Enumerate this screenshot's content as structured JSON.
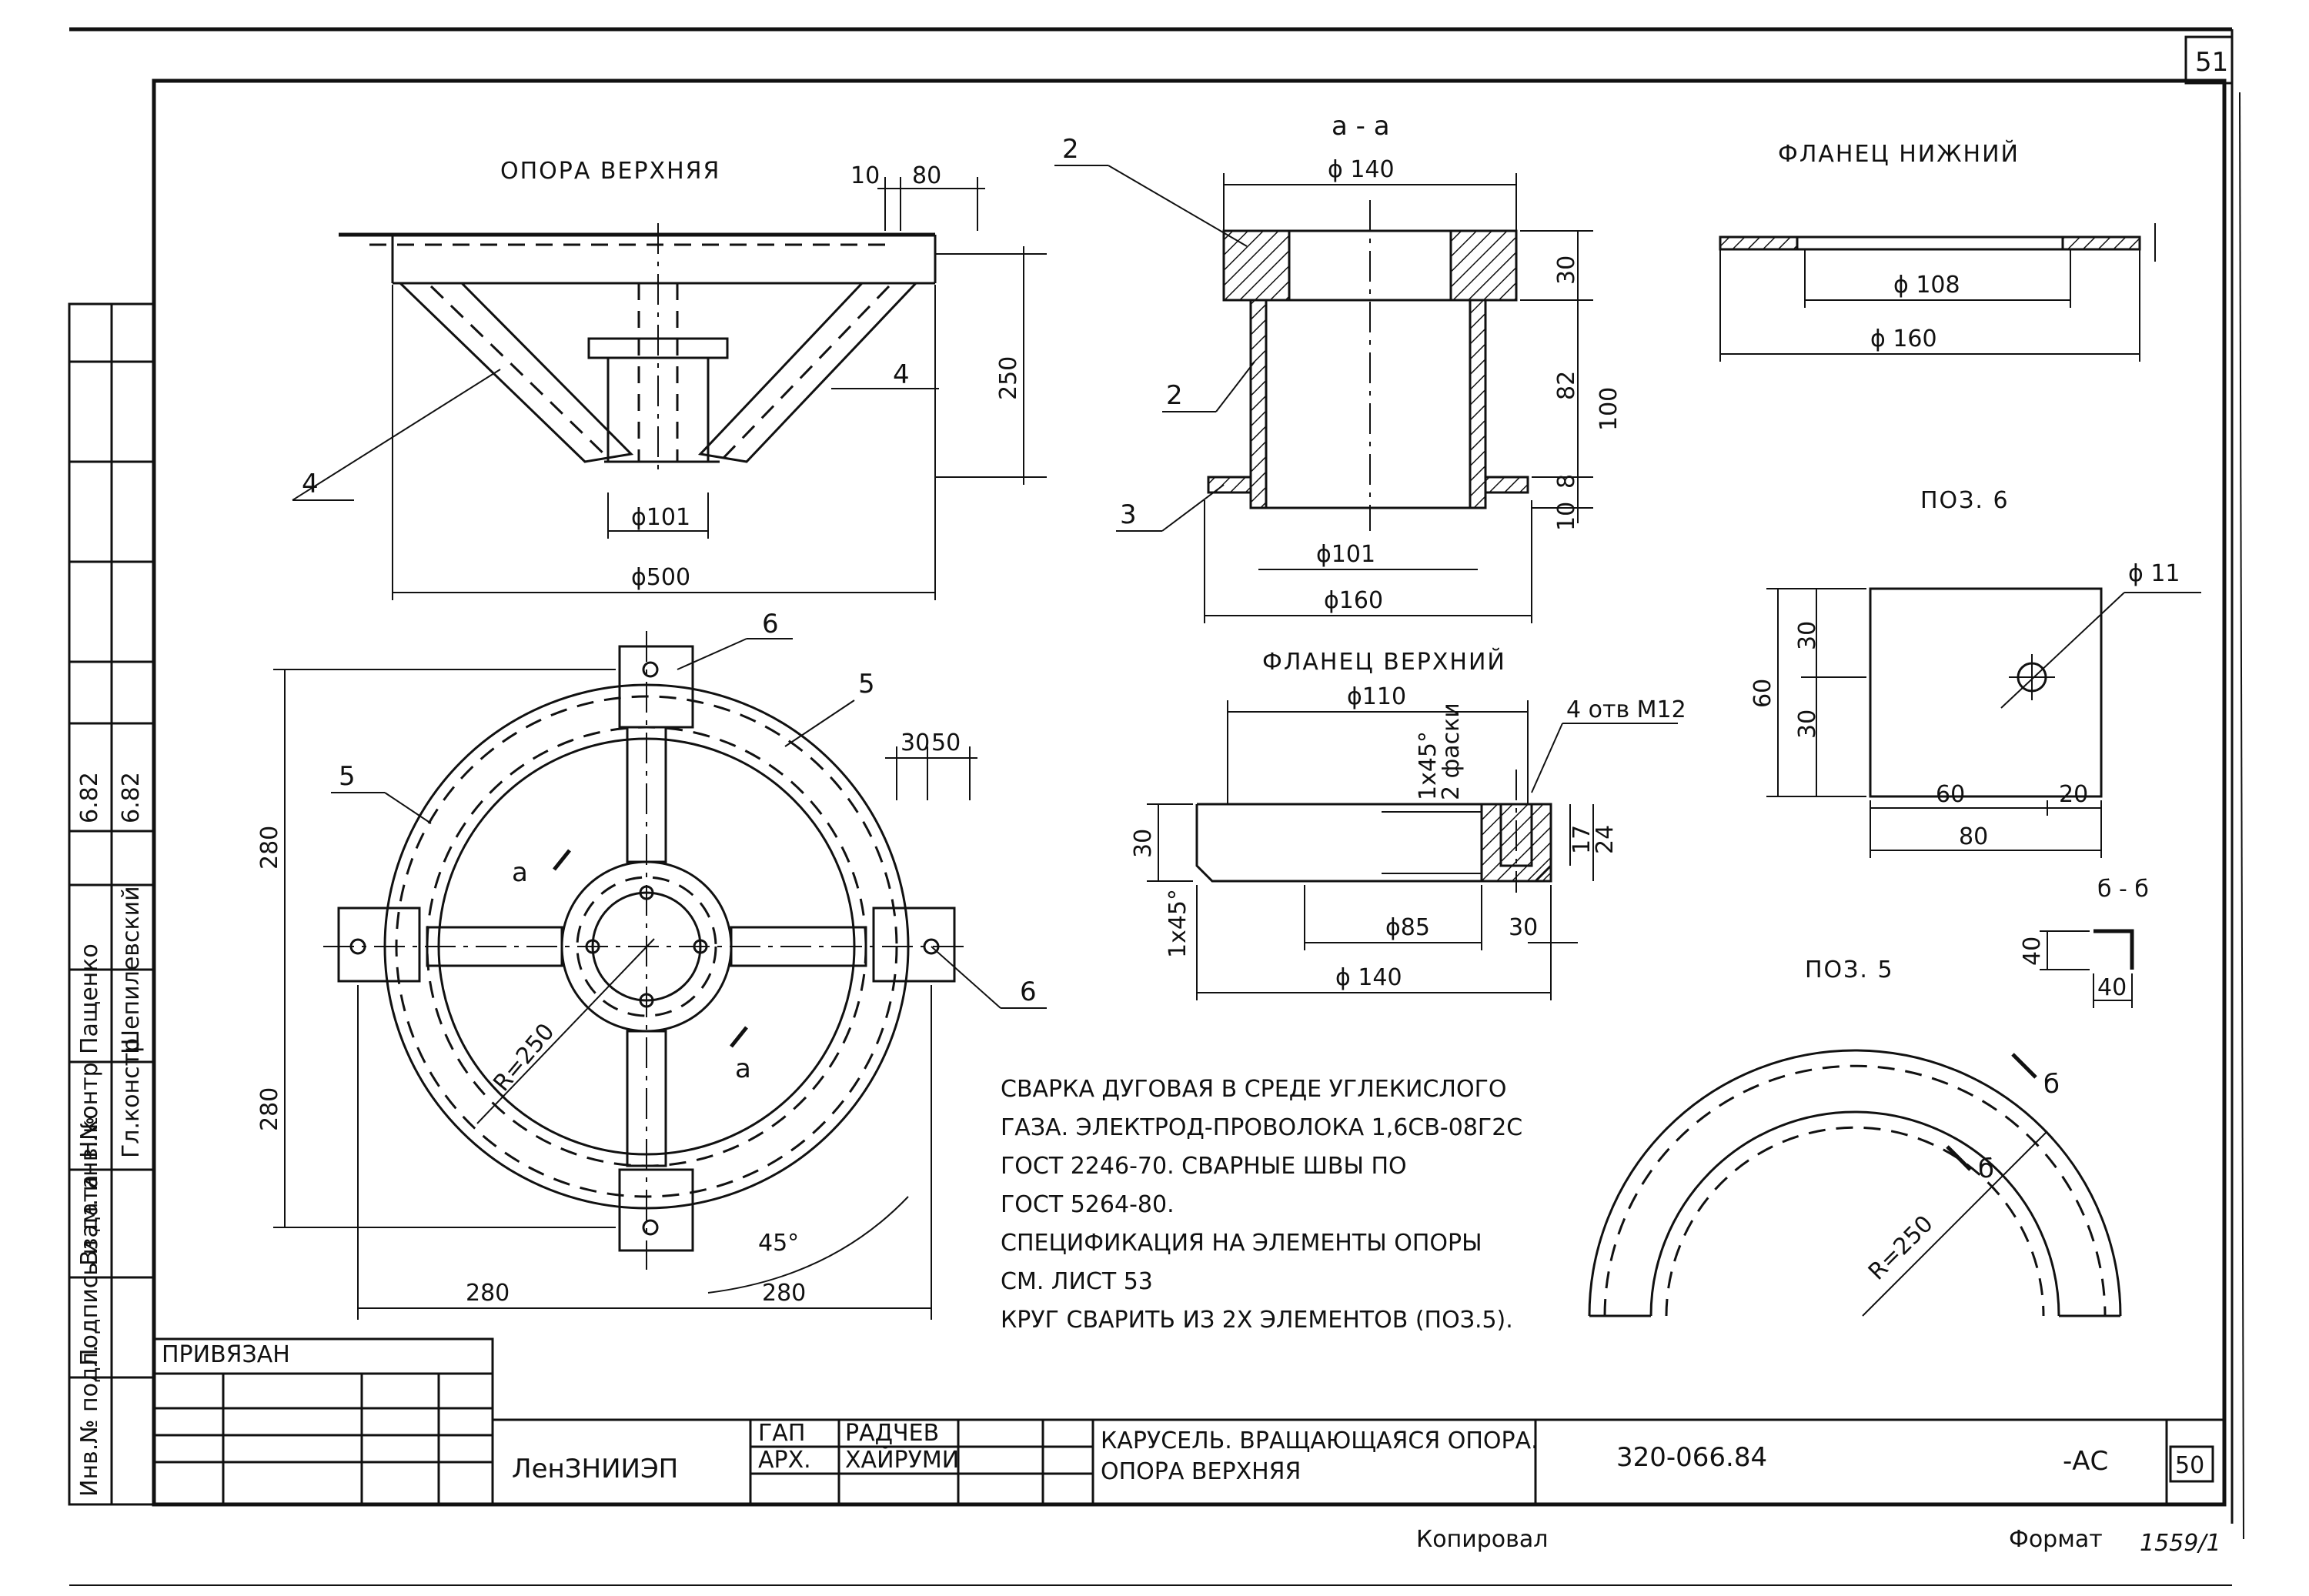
{
  "sheet": {
    "number": "51",
    "format_label": "Формат",
    "copied_label": "Копировал",
    "handwritten_number": "1559/1"
  },
  "views": {
    "upper_support": {
      "title": "ОПОРА ВЕРХНЯЯ",
      "dims": {
        "d10": "10",
        "d80": "80",
        "h250": "250",
        "phi101": "ϕ101",
        "phi500": "ϕ500"
      },
      "pos_labels": {
        "left": "4",
        "right": "4"
      }
    },
    "section_aa": {
      "title": "а - а",
      "dims": {
        "phi140": "ϕ 140",
        "d30": "30",
        "d82": "82",
        "d100": "100",
        "d8": "8",
        "d10": "10",
        "phi101": "ϕ101",
        "phi160": "ϕ160"
      },
      "pos_labels": {
        "a": "2",
        "b": "2",
        "c": "3"
      }
    },
    "lower_flange": {
      "title": "ФЛАНЕЦ НИЖНИЙ",
      "dims": {
        "phi108": "ϕ 108",
        "phi160": "ϕ 160"
      }
    },
    "upper_flange": {
      "title": "ФЛАНЕЦ ВЕРХНИЙ",
      "dims": {
        "phi110": "ϕ110",
        "holes": "4 отв М12",
        "chamfer": "1х45°",
        "chamfer2": "2 фаски",
        "d30": "30",
        "d17": "17",
        "d24": "24",
        "bottom_chamfer": "1х45°",
        "phi85": "ϕ85",
        "d30b": "30",
        "phi140": "ϕ 140"
      }
    },
    "plan": {
      "dims": {
        "v280a": "280",
        "v280b": "280",
        "h280a": "280",
        "h280b": "280",
        "d30": "30",
        "d50": "50",
        "r250": "R=250",
        "angle45": "45°",
        "section_a1": "а",
        "section_a2": "а"
      },
      "pos_labels": {
        "top6": "6",
        "right6": "6",
        "left5": "5",
        "right5": "5"
      }
    },
    "pos6": {
      "title": "ПОЗ. 6",
      "dims": {
        "d30a": "30",
        "d30b": "30",
        "d60": "60",
        "phi11": "ϕ 11",
        "w60": "60",
        "w20": "20",
        "w80": "80"
      }
    },
    "pos5": {
      "title": "ПОЗ. 5",
      "section": "б - б",
      "dims": {
        "d40a": "40",
        "d40b": "40",
        "r250": "R=250",
        "b1": "б",
        "b2": "б"
      }
    }
  },
  "notes": [
    "СВАРКА ДУГОВАЯ В СРЕДЕ УГЛЕКИСЛОГО",
    "ГАЗА. ЭЛЕКТРОД-ПРОВОЛОКА 1,6СВ-08Г2С",
    "ГОСТ 2246-70. СВАРНЫЕ ШВЫ ПО",
    "ГОСТ 5264-80.",
    "СПЕЦИФИКАЦИЯ НА ЭЛЕМЕНТЫ ОПОРЫ",
    "СМ. ЛИСТ 53",
    "КРУГ СВАРИТЬ ИЗ 2Х ЭЛЕМЕНТОВ (ПОЗ.5)."
  ],
  "side_stamp": {
    "cells": [
      "Инв.№ подл.",
      "Подпись и дата",
      "Взам. инв.№",
      "Н.контр",
      "Гл.констр",
      "Пащенко",
      "Шепилевский"
    ],
    "dates": [
      "6.82",
      "6.82"
    ]
  },
  "title_block": {
    "linked_label": "ПРИВЯЗАН",
    "org": "ЛенЗНИИЭП",
    "roles": [
      "ГАП",
      "АРХ."
    ],
    "names": [
      "РАДЧЕВ",
      "ХАЙРУМИ"
    ],
    "title_line1": "КАРУСЕЛЬ. ВРАЩАЮЩАЯСЯ ОПОРА.",
    "title_line2": "ОПОРА ВЕРХНЯЯ",
    "doc_code": "320-066.84",
    "mark": "-АС",
    "sheet_ref": "50"
  }
}
